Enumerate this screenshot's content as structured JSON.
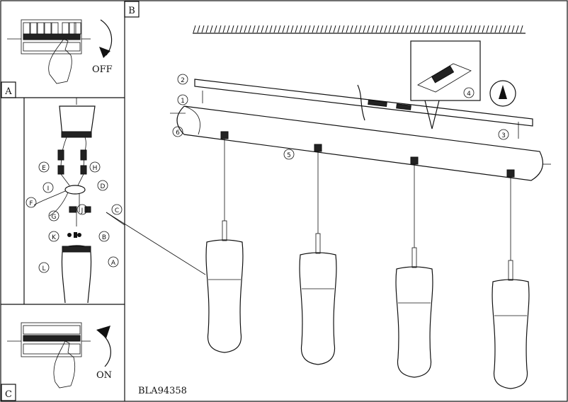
{
  "panels": {
    "a_label": "A",
    "b_label": "B",
    "c_label": "C"
  },
  "power": {
    "off_label": "OFF",
    "on_label": "ON"
  },
  "model_code": "BLA94358",
  "steps": [
    "1",
    "2",
    "3",
    "4",
    "5",
    "6"
  ],
  "parts": [
    "A",
    "B",
    "C",
    "D",
    "E",
    "F",
    "G",
    "H",
    "I",
    "J",
    "K",
    "L"
  ]
}
